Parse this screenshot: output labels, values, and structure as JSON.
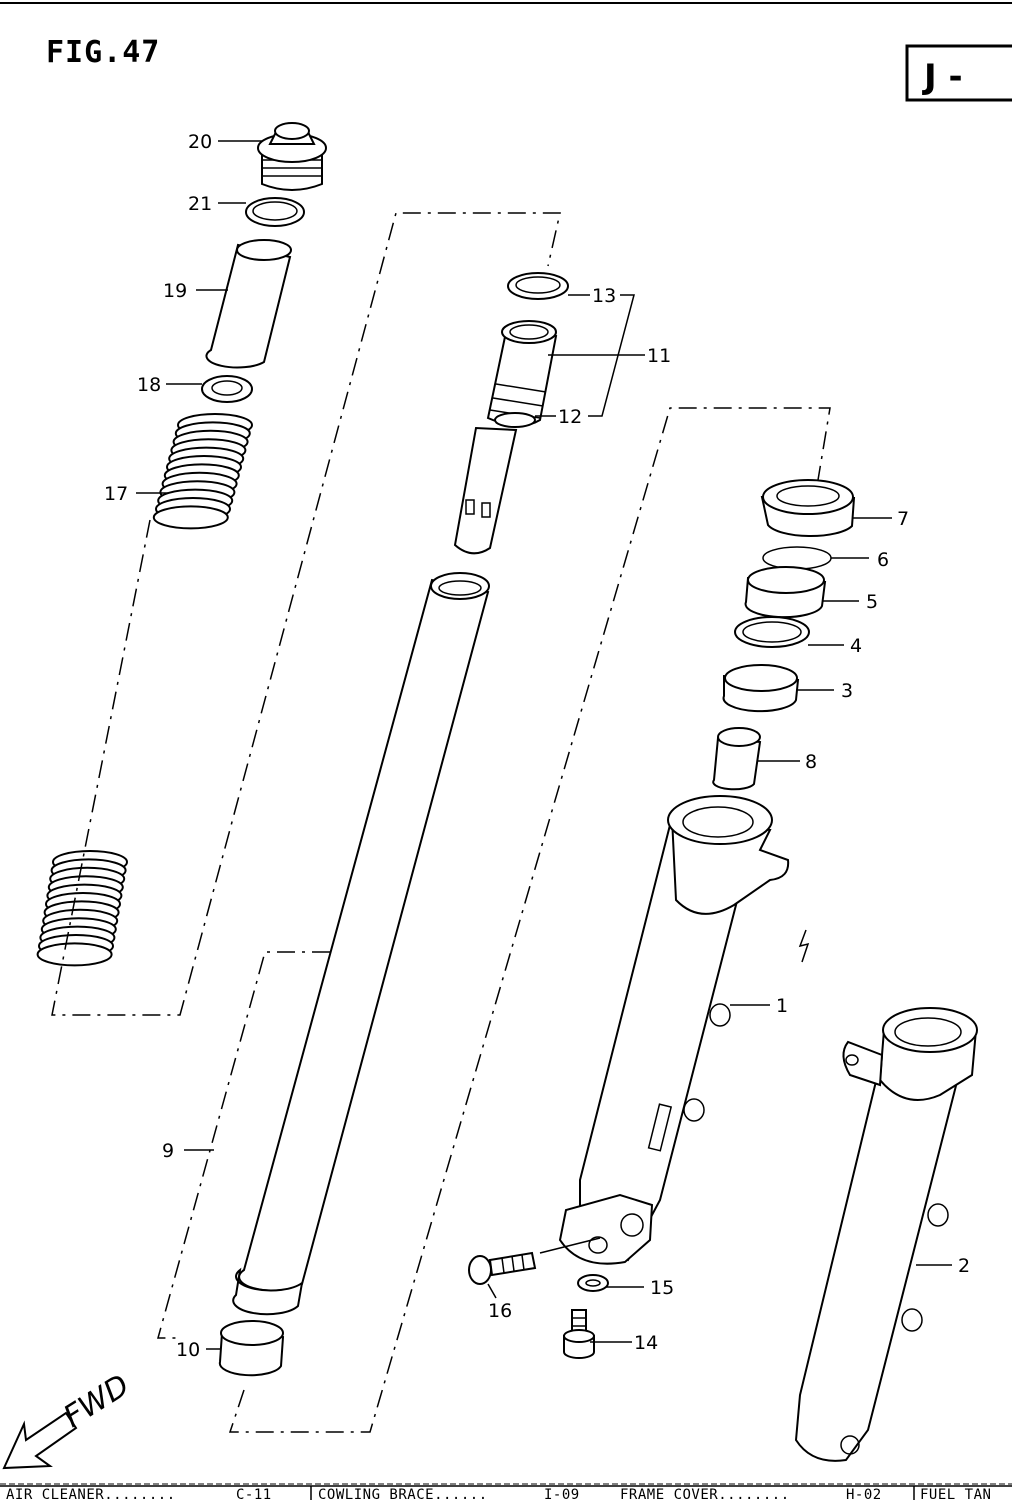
{
  "figure": {
    "title": "FIG.47",
    "section_badge": "J -"
  },
  "fwd_label": "FWD",
  "callouts": [
    "1",
    "2",
    "3",
    "4",
    "5",
    "6",
    "7",
    "8",
    "9",
    "10",
    "11",
    "12",
    "13",
    "14",
    "15",
    "16",
    "17",
    "18",
    "19",
    "20",
    "21"
  ],
  "cross_refs": [
    {
      "label": "AIR CLEANER........",
      "code": "C-11"
    },
    {
      "label": "COWLING BRACE......",
      "code": "I-09"
    },
    {
      "label": "FRAME COVER........",
      "code": "H-02"
    },
    {
      "label": "FUEL TAN",
      "code": ""
    }
  ]
}
